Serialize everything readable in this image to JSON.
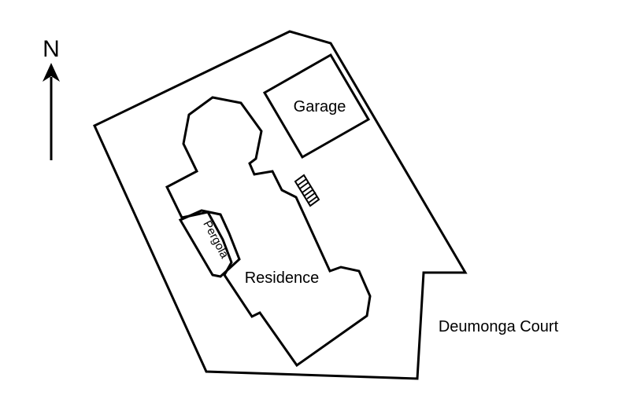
{
  "compass": {
    "label": "N",
    "icon": "north-arrow-icon"
  },
  "labels": {
    "garage": "Garage",
    "pergola": "Pergola",
    "residence": "Residence",
    "street": "Deumonga Court"
  },
  "colors": {
    "line": "#000000",
    "background": "#ffffff"
  }
}
